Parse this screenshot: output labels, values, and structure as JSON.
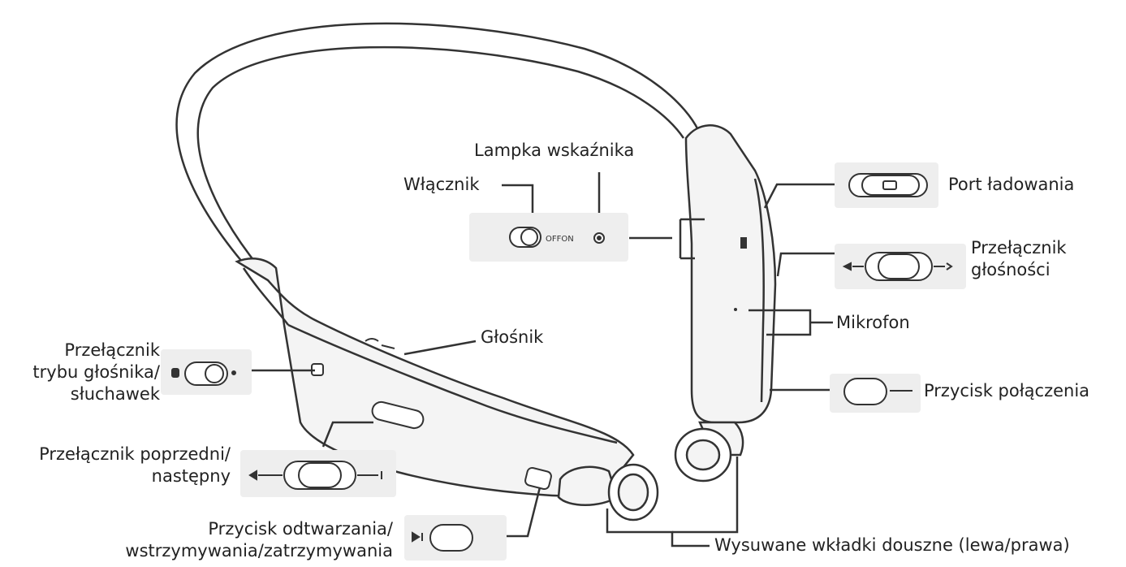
{
  "labels": {
    "indicator_lamp": "Lampka wskaźnika",
    "power_switch": "Włącznik",
    "power_switch_marking": "OFFON",
    "charging_port": "Port ładowania",
    "volume_switch": [
      "Przełącznik",
      "głośności"
    ],
    "microphone": "Mikrofon",
    "speaker": "Głośnik",
    "speaker_mode_switch": [
      "Przełącznik",
      "trybu głośnika/",
      "słuchawek"
    ],
    "call_button": "Przycisk połączenia",
    "prev_next_switch": [
      "Przełącznik poprzedni/",
      "następny"
    ],
    "play_pause_button": [
      "Przycisk odtwarzania/",
      "wstrzymywania/zatrzymywania"
    ],
    "earbuds": "Wysuwane wkładki douszne (lewa/prawa)"
  },
  "icons": [
    "power-slider-icon",
    "indicator-led-icon",
    "charging-port-icon",
    "volume-rocker-icon",
    "speaker-mode-icon",
    "call-button-icon",
    "prev-next-rocker-icon",
    "play-pause-icon"
  ],
  "colors": {
    "line": "#333333",
    "panel": "#eeeeee",
    "device_fill": "#f4f4f4"
  }
}
